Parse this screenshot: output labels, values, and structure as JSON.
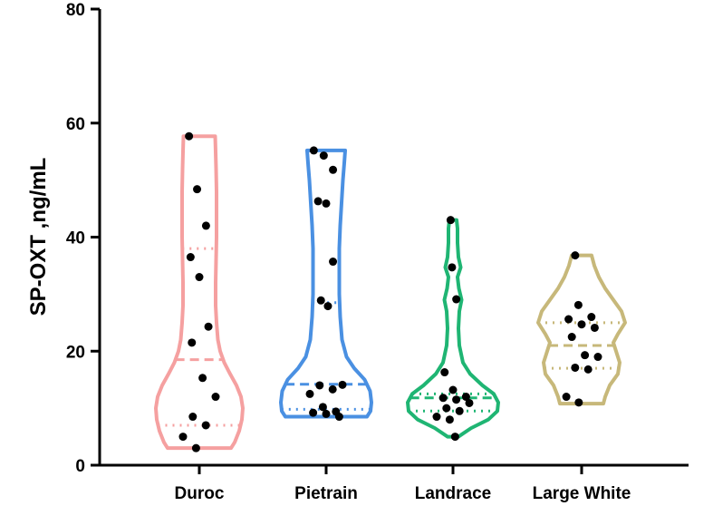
{
  "chart_data": {
    "type": "violin",
    "ylabel": "SP-OXT ,ng/mL",
    "xlabel": "",
    "ylim": [
      0,
      80
    ],
    "yticks": [
      0,
      20,
      40,
      60,
      80
    ],
    "grid": false,
    "legend": "none",
    "categories": [
      "Duroc",
      "Pietrain",
      "Landrace",
      "Large White"
    ],
    "series": [
      {
        "category": "Duroc",
        "color": "#f5a0a0",
        "values": [
          57.7,
          48.4,
          42.0,
          36.5,
          33.0,
          24.3,
          21.5,
          15.3,
          12.0,
          8.5,
          7.0,
          5.0,
          3.0
        ],
        "median": 18.5,
        "q1": 7.0,
        "q3": 38.0,
        "range": [
          3.0,
          57.7
        ],
        "violin_profile": [
          [
            3.0,
            0.7
          ],
          [
            4.0,
            0.78
          ],
          [
            6.0,
            0.88
          ],
          [
            8.0,
            0.94
          ],
          [
            10.0,
            0.96
          ],
          [
            12.0,
            0.92
          ],
          [
            14.0,
            0.82
          ],
          [
            16.0,
            0.68
          ],
          [
            18.0,
            0.55
          ],
          [
            20.0,
            0.46
          ],
          [
            22.0,
            0.41
          ],
          [
            25.0,
            0.38
          ],
          [
            28.0,
            0.36
          ],
          [
            32.0,
            0.36
          ],
          [
            36.0,
            0.37
          ],
          [
            40.0,
            0.38
          ],
          [
            44.0,
            0.38
          ],
          [
            48.0,
            0.38
          ],
          [
            52.0,
            0.37
          ],
          [
            55.0,
            0.36
          ],
          [
            57.7,
            0.35
          ]
        ]
      },
      {
        "category": "Pietrain",
        "color": "#4a90e2",
        "values": [
          55.2,
          54.3,
          51.8,
          46.3,
          45.9,
          35.7,
          28.9,
          27.9,
          14.1,
          14.0,
          13.3,
          12.5,
          10.2,
          9.4,
          9.2,
          9.0,
          8.5
        ],
        "median": 14.2,
        "q1": 9.8,
        "q3": 28.5,
        "range": [
          8.5,
          55.2
        ],
        "violin_profile": [
          [
            8.5,
            0.9
          ],
          [
            9.5,
            0.98
          ],
          [
            11.0,
            1.0
          ],
          [
            13.0,
            0.97
          ],
          [
            15.0,
            0.85
          ],
          [
            17.0,
            0.62
          ],
          [
            19.0,
            0.45
          ],
          [
            22.0,
            0.35
          ],
          [
            26.0,
            0.31
          ],
          [
            30.0,
            0.29
          ],
          [
            34.0,
            0.29
          ],
          [
            38.0,
            0.29
          ],
          [
            42.0,
            0.31
          ],
          [
            46.0,
            0.34
          ],
          [
            50.0,
            0.37
          ],
          [
            53.0,
            0.4
          ],
          [
            55.2,
            0.42
          ]
        ]
      },
      {
        "category": "Landrace",
        "color": "#1fb573",
        "values": [
          43.0,
          34.7,
          29.1,
          16.3,
          13.2,
          12.0,
          11.8,
          11.5,
          10.9,
          10.0,
          9.5,
          8.5,
          8.0,
          5.0
        ],
        "median": 11.8,
        "q1": 9.5,
        "q3": 12.5,
        "range": [
          5.0,
          43.0
        ],
        "violin_profile": [
          [
            5.0,
            0.12
          ],
          [
            6.5,
            0.4
          ],
          [
            8.0,
            0.78
          ],
          [
            9.5,
            0.98
          ],
          [
            11.0,
            1.0
          ],
          [
            12.5,
            0.9
          ],
          [
            14.0,
            0.65
          ],
          [
            16.0,
            0.38
          ],
          [
            18.0,
            0.22
          ],
          [
            21.0,
            0.14
          ],
          [
            24.0,
            0.12
          ],
          [
            27.0,
            0.14
          ],
          [
            29.0,
            0.19
          ],
          [
            31.0,
            0.13
          ],
          [
            33.0,
            0.1
          ],
          [
            34.7,
            0.17
          ],
          [
            36.5,
            0.12
          ],
          [
            39.0,
            0.1
          ],
          [
            41.5,
            0.1
          ],
          [
            43.0,
            0.08
          ]
        ]
      },
      {
        "category": "Large White",
        "color": "#c7b87a",
        "values": [
          36.8,
          28.1,
          26.0,
          25.6,
          24.7,
          24.1,
          22.5,
          19.3,
          19.0,
          17.1,
          16.8,
          12.0,
          11.0
        ],
        "median": 21.0,
        "q1": 17.0,
        "q3": 25.0,
        "range": [
          10.8,
          36.8
        ],
        "violin_profile": [
          [
            10.8,
            0.48
          ],
          [
            12.0,
            0.52
          ],
          [
            14.0,
            0.62
          ],
          [
            16.0,
            0.8
          ],
          [
            18.0,
            0.84
          ],
          [
            20.0,
            0.76
          ],
          [
            21.5,
            0.7
          ],
          [
            23.0,
            0.8
          ],
          [
            25.0,
            0.96
          ],
          [
            27.0,
            0.88
          ],
          [
            29.0,
            0.7
          ],
          [
            31.0,
            0.52
          ],
          [
            33.0,
            0.38
          ],
          [
            35.0,
            0.28
          ],
          [
            36.8,
            0.22
          ]
        ]
      }
    ]
  }
}
